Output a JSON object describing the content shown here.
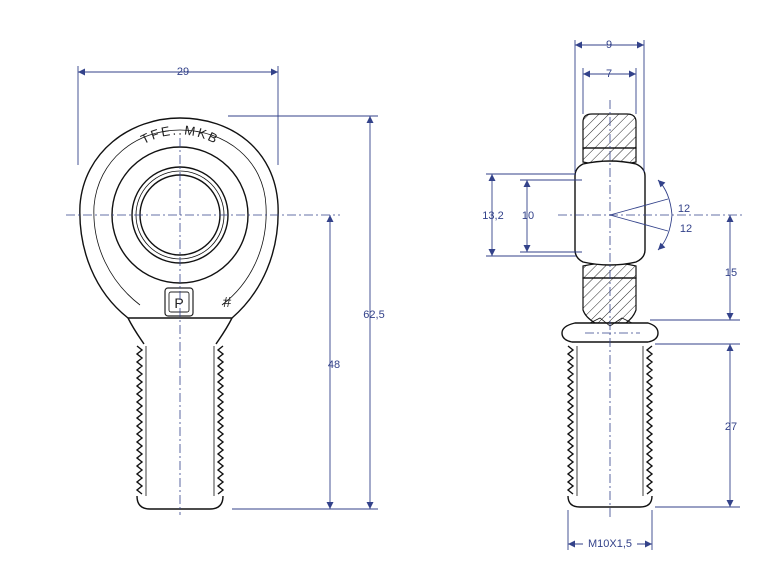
{
  "front_view": {
    "dim_width": "29",
    "dim_total_length": "62,5",
    "dim_center_to_end": "48",
    "marking_text": "TFE..MKB",
    "logo_letter": "P",
    "hash_mark": "#"
  },
  "side_view": {
    "dim_outer_width": "9",
    "dim_inner_width": "7",
    "dim_ball_diameter": "13,2",
    "dim_bore": "10",
    "dim_angle_top": "12",
    "dim_angle_bottom": "12",
    "dim_center_to_shoulder": "15",
    "dim_thread_length": "27",
    "thread_spec": "M10X1,5"
  },
  "colors": {
    "dimension": "#33428a",
    "outline": "#111111"
  }
}
